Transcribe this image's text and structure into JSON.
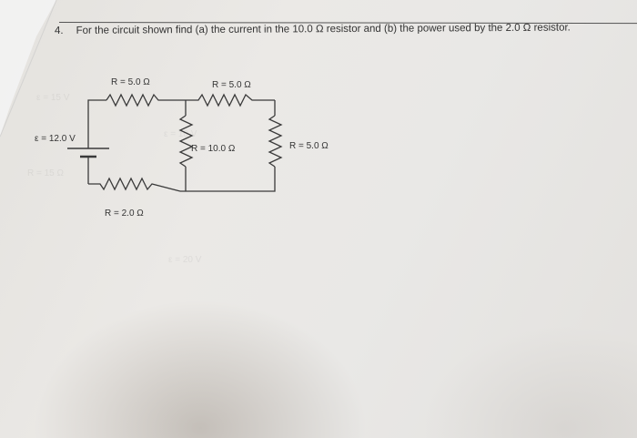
{
  "problem": {
    "number": "4.",
    "text": "For the circuit shown find (a) the current in the 10.0 Ω resistor and (b) the power used by the 2.0 Ω resistor."
  },
  "circuit": {
    "emf_label": "ε = 12.0 V",
    "resistors": [
      {
        "id": "top-left",
        "label": "R = 5.0 Ω"
      },
      {
        "id": "top-right",
        "label": "R = 5.0 Ω"
      },
      {
        "id": "middle-vertical",
        "label": "R = 10.0 Ω"
      },
      {
        "id": "right-vertical",
        "label": "R = 5.0 Ω"
      },
      {
        "id": "bottom",
        "label": "R = 2.0 Ω"
      }
    ]
  },
  "bleed_through": {
    "emf_ghost_1": "ε = 15 V",
    "r_ghost": "R = 15 Ω",
    "emf_ghost_2": "ε = 10 V",
    "emf_ghost_3": "ε = 20 V"
  },
  "colors": {
    "ink": "#333333",
    "wire": "#3a3a3a",
    "paper": "#e9e8e6"
  }
}
